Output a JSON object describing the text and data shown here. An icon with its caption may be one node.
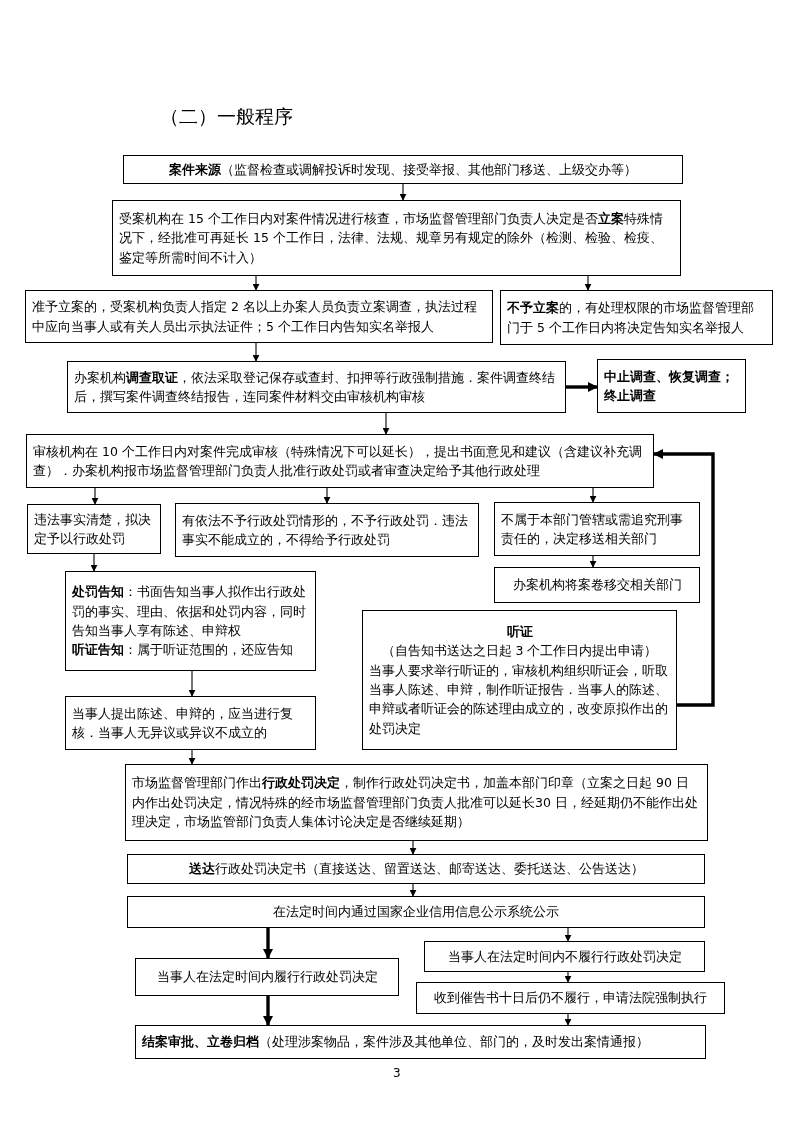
{
  "diagram": {
    "title": "（二）一般程序",
    "nodes": [
      {
        "text": [
          "**案件来源**（监督检查或调解投诉时发现、接受举报、其他部门移送、上级交办等）"
        ]
      },
      {
        "text": [
          "受案机构在 15 个工作日内对案件情况进行核查，市场监督管理部门负责人决定是否**立案**特殊情况下，经批准可再延长 15 个工作日，法律、法规、规章另有规定的除外（检测、检验、检疫、鉴定等所需时间不计入）"
        ]
      },
      {
        "text": [
          "准予立案的，受案机构负责人指定 2 名以上办案人员负责立案调查，执法过程中应向当事人或有关人员出示执法证件；5 个工作日内告知实名举报人"
        ]
      },
      {
        "text": [
          "**不予立案**的，有处理权限的市场监督管理部门于 5 个工作日内将决定告知实名举报人"
        ]
      },
      {
        "text": [
          "办案机构**调查取证**，依法采取登记保存或查封、扣押等行政强制措施．案件调查终结后，撰写案件调查终结报告，连同案件材料交由审核机构审核"
        ]
      },
      {
        "text": [
          "中止调查、恢复调查；终止调查"
        ]
      },
      {
        "text": [
          "审核机构在 10 个工作日内对案件完成审核（特殊情况下可以延长），提出书面意见和建议（含建议补充调查）．办案机构报市场监督管理部门负责人批准行政处罚或者审查决定给予其他行政处理"
        ]
      },
      {
        "text": [
          "违法事实清楚，拟决定予以行政处罚"
        ]
      },
      {
        "text": [
          "有依法不予行政处罚情形的，不予行政处罚．违法事实不能成立的，不得给予行政处罚"
        ]
      },
      {
        "text": [
          "不属于本部门管辖或需追究刑事责任的，决定移送相关部门"
        ]
      },
      {
        "text": [
          "办案机构将案卷移交相关部门"
        ]
      },
      {
        "text": [
          "**处罚告知**：书面告知当事人拟作出行政处罚的事实、理由、依据和处罚内容，同时告知当事人享有陈述、申辩权",
          "**听证告知**：属于听证范围的，还应告知"
        ]
      },
      {
        "text": [
          "听证",
          "（自告知书送达之日起 3 个工作日内提出申请）",
          "当事人要求举行听证的，审核机构组织听证会，听取当事人陈述、申辩，制作听证报告．当事人的陈述、申辩或者听证会的陈述理由成立的，改变原拟作出的处罚决定"
        ]
      },
      {
        "text": [
          "当事人提出陈述、申辩的，应当进行复核．当事人无异议或异议不成立的"
        ]
      },
      {
        "text": [
          "市场监督管理部门作出**行政处罚决定**，制作行政处罚决定书，加盖本部门印章（立案之日起 90 日内作出处罚决定，情况特殊的经市场监督管理部门负责人批准可以延长30 日，经延期仍不能作出处理决定，市场监管部门负责人集体讨论决定是否继续延期）"
        ]
      },
      {
        "text": [
          "**送达**行政处罚决定书（直接送达、留置送达、邮寄送达、委托送达、公告送达）"
        ]
      },
      {
        "text": [
          "在法定时间内通过国家企业信用信息公示系统公示"
        ]
      },
      {
        "text": [
          "当事人在法定时间内不履行行政处罚决定"
        ]
      },
      {
        "text": [
          "当事人在法定时间内履行行政处罚决定"
        ]
      },
      {
        "text": [
          "收到催告书十日后仍不履行，申请法院强制执行"
        ]
      },
      {
        "text": [
          "**结案审批、立卷归档**（处理涉案物品，案件涉及其他单位、部门的，及时发出案情通报）"
        ]
      }
    ],
    "edges": [
      {
        "from": 0,
        "to": 1,
        "arrow": "to"
      },
      {
        "from": 1,
        "to": 2,
        "arrow": "to"
      },
      {
        "from": 1,
        "to": 3,
        "arrow": "to"
      },
      {
        "from": 2,
        "to": 4,
        "arrow": "to"
      },
      {
        "from": 4,
        "to": 5,
        "arrow": "to",
        "style": "thick"
      },
      {
        "from": 4,
        "to": 6,
        "arrow": "to"
      },
      {
        "from": 6,
        "to": 7,
        "arrow": "to"
      },
      {
        "from": 6,
        "to": 8,
        "arrow": "to"
      },
      {
        "from": 6,
        "to": 9,
        "arrow": "to"
      },
      {
        "from": 9,
        "to": 10,
        "arrow": "to"
      },
      {
        "from": 7,
        "to": 11,
        "arrow": "to"
      },
      {
        "from": 11,
        "to": 13,
        "arrow": "to"
      },
      {
        "from": 12,
        "to": 6,
        "arrow": "to",
        "style": "thick"
      },
      {
        "from": 13,
        "to": 14,
        "arrow": "to"
      },
      {
        "from": 14,
        "to": 15,
        "arrow": "to"
      },
      {
        "from": 15,
        "to": 16,
        "arrow": "to"
      },
      {
        "from": 16,
        "to": 18,
        "arrow": "to",
        "style": "thick"
      },
      {
        "from": 16,
        "to": 17,
        "arrow": "to"
      },
      {
        "from": 17,
        "to": 19,
        "arrow": "to"
      },
      {
        "from": 18,
        "to": 20,
        "arrow": "to",
        "style": "thick"
      },
      {
        "from": 19,
        "to": 20,
        "arrow": "to"
      }
    ],
    "labels": [
      "3"
    ]
  }
}
